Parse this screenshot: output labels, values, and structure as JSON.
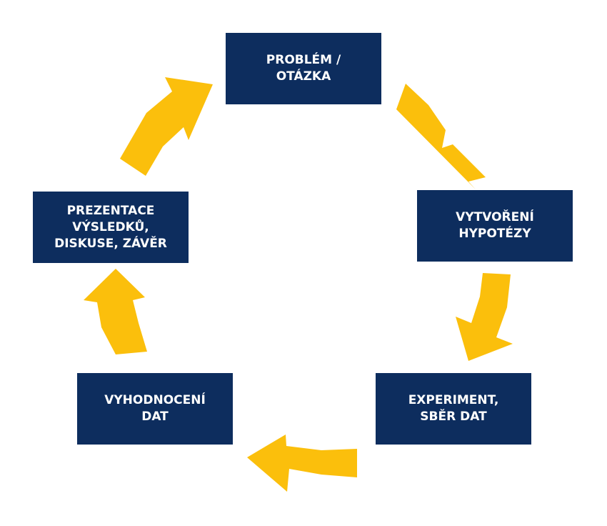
{
  "diagram": {
    "steps": [
      {
        "label": "PROBLÉM /\nOTÁZKA"
      },
      {
        "label": "VYTVOŘENÍ\nHYPOTÉZY"
      },
      {
        "label": "EXPERIMENT,\nSBĚR DAT"
      },
      {
        "label": "VYHODNOCENÍ\nDAT"
      },
      {
        "label": "PREZENTACE\nVÝSLEDKŮ,\nDISKUSE, ZÁVĚR"
      }
    ],
    "colors": {
      "box_fill": "#0d2d5e",
      "box_text": "#ffffff",
      "arrow": "#fbbf0c",
      "background": "#ffffff"
    }
  }
}
